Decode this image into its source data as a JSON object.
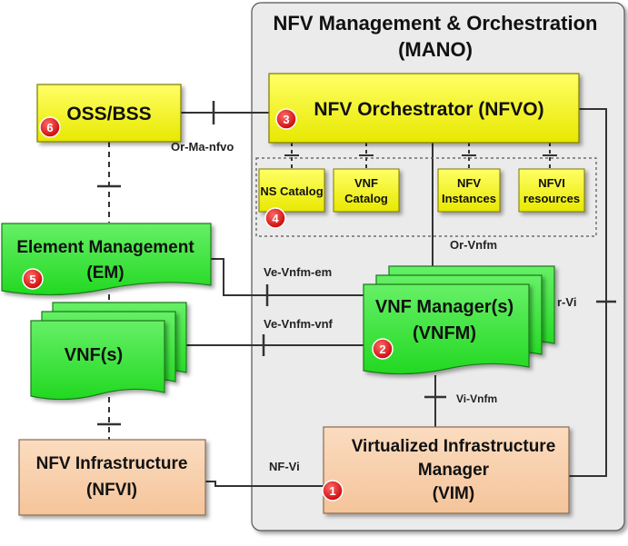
{
  "mano": {
    "title_line1": "NFV Management & Orchestration",
    "title_line2": "(MANO)"
  },
  "nfvo": {
    "label": "NFV Orchestrator (NFVO)",
    "badge": "3"
  },
  "oss_bss": {
    "label": "OSS/BSS",
    "badge": "6"
  },
  "catalogs": {
    "ns_catalog": "NS Catalog",
    "vnf_catalog_line1": "VNF",
    "vnf_catalog_line2": "Catalog",
    "nfv_instances_line1": "NFV",
    "nfv_instances_line2": "Instances",
    "nfvi_resources_line1": "NFVI",
    "nfvi_resources_line2": "resources",
    "badge": "4"
  },
  "em": {
    "line1": "Element Management",
    "line2": "(EM)",
    "badge": "5"
  },
  "vnfm": {
    "line1": "VNF Manager(s)",
    "line2": "(VNFM)",
    "badge": "2"
  },
  "vnf": {
    "label": "VNF(s)"
  },
  "nfvi": {
    "line1": "NFV Infrastructure",
    "line2": "(NFVI)"
  },
  "vim": {
    "line1": "Virtualized Infrastructure",
    "line2": "Manager",
    "line3": "(VIM)",
    "badge": "1"
  },
  "reference_points": {
    "or_ma_nfvo": "Or-Ma-nfvo",
    "or_vnfm": "Or-Vnfm",
    "ve_vnfm_em": "Ve-Vnfm-em",
    "ve_vnfm_vnf": "Ve-Vnfm-vnf",
    "or_vi": "r-Vi",
    "vi_vnfm": "Vi-Vnfm",
    "nf_vi": "NF-Vi"
  },
  "colors": {
    "mano_bg": "#ececec",
    "yellow": "#f5f500",
    "green": "#33e633",
    "salmon": "#f9cfaa",
    "badge_red": "#e01010",
    "line": "#333333"
  }
}
